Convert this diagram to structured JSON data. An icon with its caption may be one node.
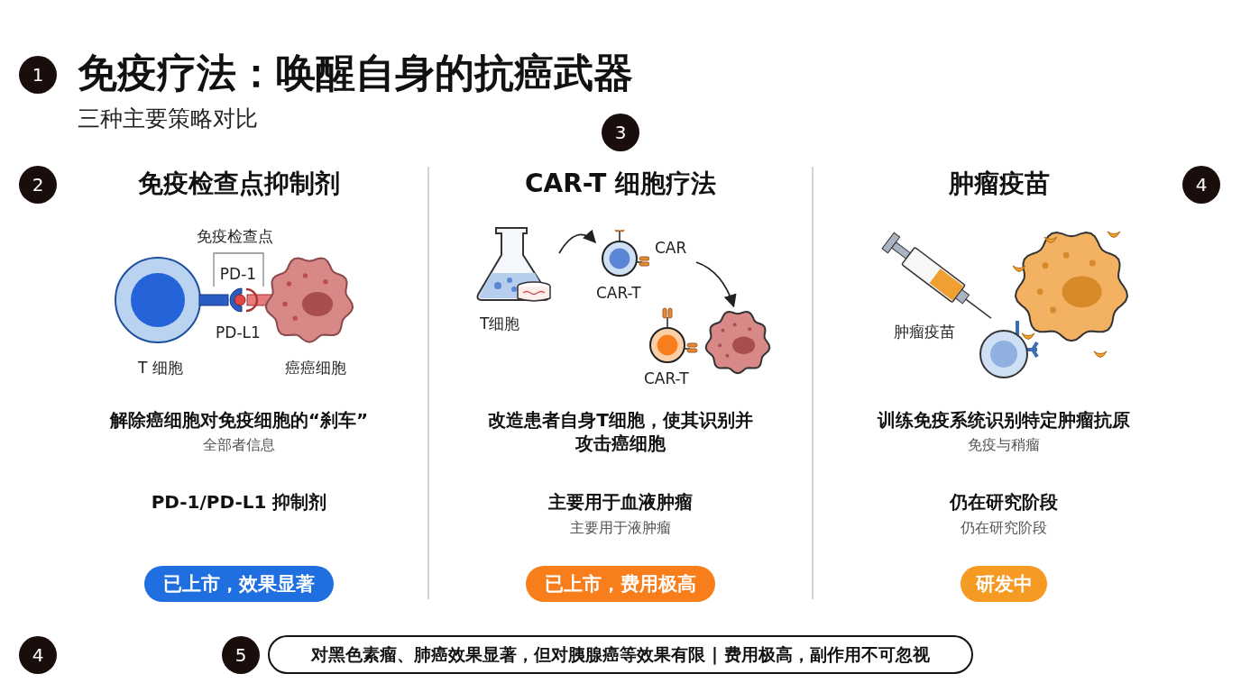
{
  "diagram": {
    "title": "免疫疗法：唤醒自身的抗癌武器",
    "nodes": [
      {
        "text": [
          "T细胞"
        ]
      },
      {
        "text": [
          "CAR-T"
        ],
        "beside": [
          "CAR"
        ]
      },
      {
        "text": [
          "CAR-T"
        ]
      },
      {
        "text": [
          "已上市，效果显著"
        ]
      },
      {
        "text": [
          "已上市，费用极高"
        ]
      },
      {
        "text": [
          "研发中"
        ]
      },
      {
        "text": [
          "对黑色素瘤、肺癌效果显著，但对胰腺癌等效果有限 | 费用极高，副作用不可忽视"
        ]
      }
    ],
    "edges": [
      {
        "from": 0,
        "to": 1,
        "arrow": "to"
      },
      {
        "from": 1,
        "to": 2,
        "arrow": "to"
      }
    ],
    "labels": [
      "1",
      "三种主要策略对比",
      "3",
      "2",
      "免疫检查点抑制剂",
      "CAR-T 细胞疗法",
      "肿瘤疫苗",
      "4",
      "免疫检查点",
      "PD-1",
      "PD-L1",
      "T 细胞",
      "癌癌细胞",
      "肿瘤疫苗",
      "解除癌细胞对免疫细胞的“刹车”",
      "全部者信息",
      "改造患者自身T细胞，使其识别并攻击癌细胞",
      "训练免疫系统识别特定肿瘤抗原",
      "免疫与稍瘤",
      "PD-1/PD-L1 抑制剂",
      "主要用于血液肿瘤",
      "仍在研究阶段",
      "主要用于液肿瘤",
      "仍在研究阶段",
      "4",
      "5"
    ]
  }
}
